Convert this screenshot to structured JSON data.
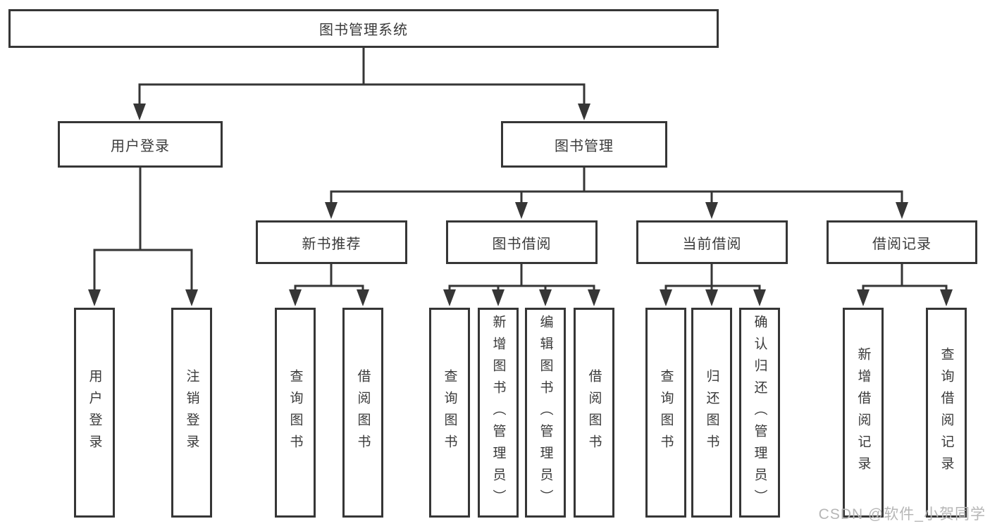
{
  "diagram": {
    "root": {
      "label": "图书管理系统"
    },
    "level2": [
      {
        "label": "用户登录"
      },
      {
        "label": "图书管理"
      }
    ],
    "level3": [
      {
        "label": "新书推荐"
      },
      {
        "label": "图书借阅"
      },
      {
        "label": "当前借阅"
      },
      {
        "label": "借阅记录"
      }
    ],
    "leaves": {
      "login": [
        "用户登录",
        "注销登录"
      ],
      "recommend": [
        "查询图书",
        "借阅图书"
      ],
      "borrow": [
        "查询图书",
        "新增图书（管理员）",
        "编辑图书（管理员）",
        "借阅图书"
      ],
      "current": [
        "查询图书",
        "归还图书",
        "确认归还（管理员）"
      ],
      "records": [
        "新增借阅记录",
        "查询借阅记录"
      ]
    }
  },
  "watermark": {
    "text": "CSDN @软件_小贺同学"
  },
  "colors": {
    "line": "#363636",
    "box_border": "#363636",
    "box_bg": "#ffffff",
    "text": "#3a3a3a",
    "watermark": "#b6b6b6"
  }
}
